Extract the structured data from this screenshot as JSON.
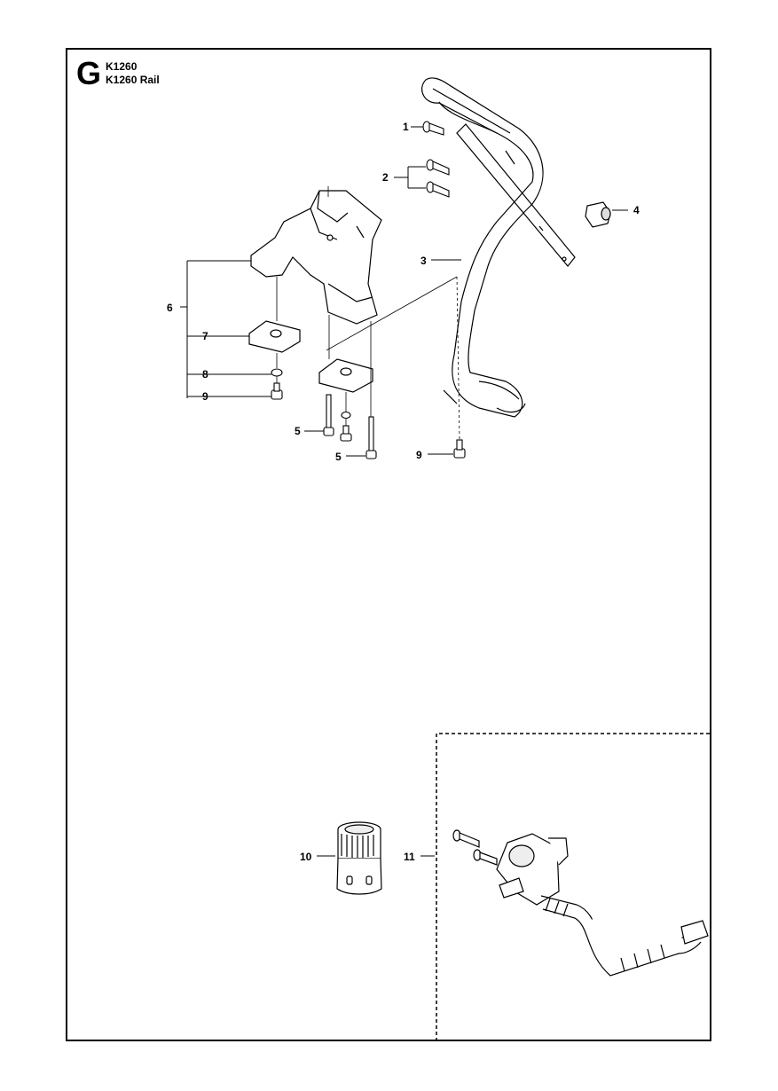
{
  "header": {
    "section_letter": "G",
    "model_line_1": "K1260",
    "model_line_2": "K1260 Rail"
  },
  "callouts": {
    "c1": "1",
    "c2": "2",
    "c3": "3",
    "c4": "4",
    "c5a": "5",
    "c5b": "5",
    "c6": "6",
    "c7": "7",
    "c8": "8",
    "c9a": "9",
    "c9b": "9",
    "c10": "10",
    "c11": "11"
  }
}
